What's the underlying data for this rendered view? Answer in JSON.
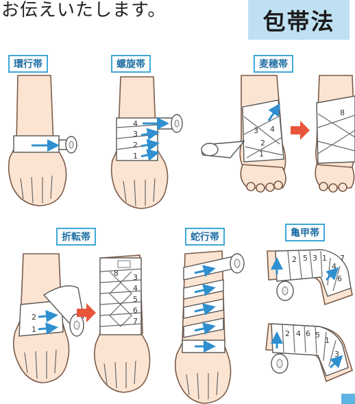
{
  "intro_text": "お伝えいたします。",
  "title": "包帯法",
  "labels": {
    "kankou": "環行帯",
    "rasen": "螺旋帯",
    "bakusui": "麦穂帯",
    "setten": "折転帯",
    "dakou": "蛇行帯",
    "kikkou": "亀甲帯"
  },
  "numbers": {
    "rasen": [
      "1",
      "2",
      "3",
      "4"
    ],
    "bakusui_a": [
      "1",
      "2",
      "3",
      "4"
    ],
    "bakusui_b": [
      "8"
    ],
    "setten_a": [
      "1",
      "2"
    ],
    "setten_b": [
      "3",
      "4",
      "5",
      "6",
      "7",
      "8"
    ],
    "kikkou_a": [
      "1",
      "2",
      "3",
      "4",
      "5",
      "6",
      "7"
    ],
    "kikkou_b": [
      "1",
      "2",
      "3",
      "4",
      "5",
      "6"
    ]
  },
  "colors": {
    "title_bg": "#bfe0f2",
    "label_border": "#3fa7d6",
    "arrow_blue": "#2f8fcf",
    "arrow_red": "#e8553b",
    "skin": "#fbe4d2"
  }
}
